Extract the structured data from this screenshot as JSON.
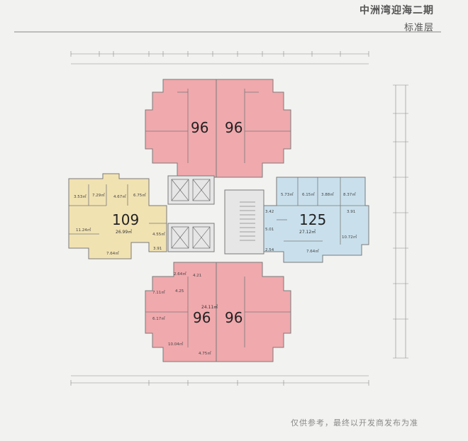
{
  "header": {
    "project_title": "中洲湾迎海二期",
    "floor_label": "标准层"
  },
  "units": {
    "top_left": {
      "number": "96"
    },
    "top_right": {
      "number": "96"
    },
    "left": {
      "number": "109",
      "area": "26.99㎡",
      "rooms": [
        "3.53㎡",
        "7.29㎡",
        "4.67㎡",
        "6.75㎡",
        "11.24㎡",
        "7.64㎡",
        "4.55㎡",
        "3.91"
      ]
    },
    "right": {
      "number": "125",
      "area": "27.12㎡",
      "rooms": [
        "5.73㎡",
        "6.15㎡",
        "3.88㎡",
        "8.37㎡",
        "3.42",
        "3.91",
        "5.01",
        "10.72㎡",
        "7.64㎡",
        "2.54"
      ]
    },
    "bottom_left": {
      "number": "96",
      "area": "24.11㎡",
      "rooms": [
        "2.64㎡",
        "4.21",
        "7.11㎡",
        "4.25",
        "6.17㎡",
        "10.04㎡",
        "4.75㎡"
      ]
    },
    "bottom_right": {
      "number": "96"
    }
  },
  "colors": {
    "unit_96": "#f0a9ad",
    "unit_109": "#f1e2b2",
    "unit_125": "#c9e0ec",
    "core": "#e6e6e6",
    "wall": "#7a7a7a"
  },
  "footer": {
    "disclaimer": "仅供参考，最终以开发商发布为准"
  }
}
